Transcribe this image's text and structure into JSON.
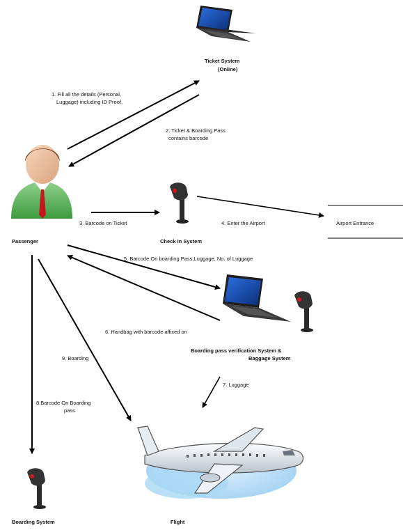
{
  "nodes": {
    "ticket_system": {
      "title": "Ticket System",
      "subtitle": "(Online)"
    },
    "passenger": {
      "label": "Passenger"
    },
    "checkin": {
      "label": "Check  In System"
    },
    "airport_entrance": {
      "label": "Airport Entrance"
    },
    "verification": {
      "line1": "Boarding pass verification System &",
      "line2": "Baggage System"
    },
    "boarding_system": {
      "label": "Boarding System"
    },
    "flight": {
      "label": "Flight"
    }
  },
  "steps": {
    "s1": {
      "line1": "1.      Fill all the details (Personal,",
      "line2": "Luggage) including ID Proof,"
    },
    "s2": {
      "line1": "2.  Ticket & Boarding Pass",
      "line2": "contains barcode"
    },
    "s3": {
      "label": "3.     Barcode on Ticket"
    },
    "s4": {
      "label": "4.  Enter the Airport"
    },
    "s5": {
      "label": "5. Barcode On boarding Pass,Luggage, No. of Luggage"
    },
    "s6": {
      "label": "6. Handbag with barcode affixed on"
    },
    "s7": {
      "label": "7.  Luggage"
    },
    "s8": {
      "line1": "8.Barcode On Boarding",
      "line2": "pass"
    },
    "s9": {
      "label": "9.  Boarding"
    }
  },
  "icons": [
    "laptop-icon",
    "person-icon",
    "barcode-scanner-icon",
    "airplane-icon"
  ]
}
